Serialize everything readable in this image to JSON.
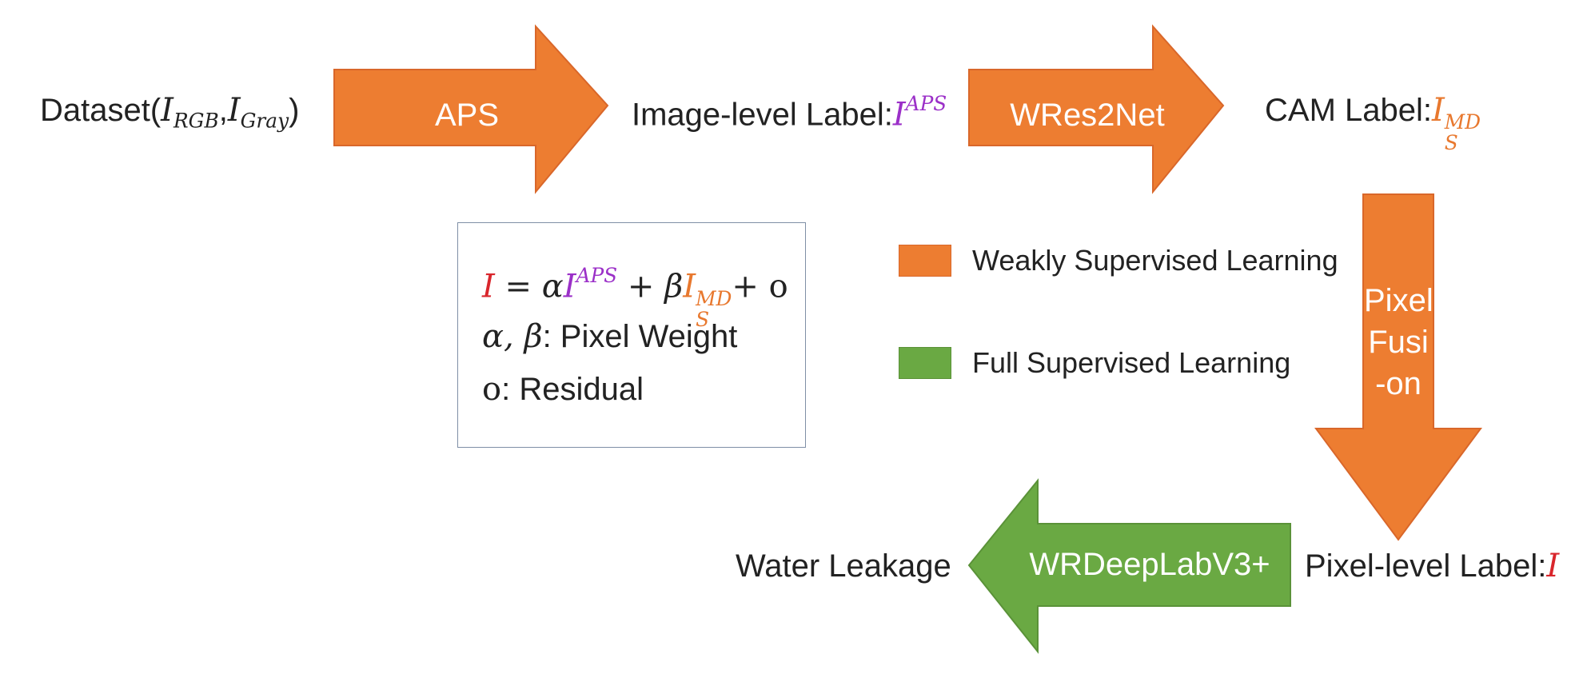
{
  "colors": {
    "weak": "#ed7d31",
    "weak_border": "#d9672a",
    "full": "#6aa943",
    "full_border": "#5a9238",
    "purple": "#9b30c8",
    "orange": "#e8782e",
    "red": "#d9262c"
  },
  "nodes": {
    "dataset": {
      "prefix": "Dataset(",
      "i1": "I",
      "i1_sub": "RGB",
      "comma": ",",
      "i2": "I",
      "i2_sub": "Gray",
      "suffix": ")"
    },
    "image_label": {
      "prefix": "Image-level Label:",
      "var": "I",
      "sup": "APS"
    },
    "cam_label": {
      "prefix": "CAM Label:",
      "var": "I",
      "sup": "MD",
      "sub": "S"
    },
    "pixel_label": {
      "prefix": "Pixel-level Label:",
      "var": "I"
    },
    "water": {
      "text": "Water Leakage"
    }
  },
  "arrows": {
    "aps": "APS",
    "wres2net": "WRes2Net",
    "fusion_lines": [
      "Pixel",
      "Fusi",
      "-on"
    ],
    "deeplab": "WRDeepLabV3+"
  },
  "formula": {
    "lhs": "I",
    "eq": " = ",
    "alpha": "α",
    "i_aps": "I",
    "aps_sup": "APS",
    "plus1": " + ",
    "beta": "β",
    "i_md": "I",
    "md_sup": "MD",
    "md_sub": "S",
    "plus2": "+ ",
    "o": "o",
    "line2_vars": "α, β",
    "line2_text": ": Pixel Weight",
    "line3_var": "o",
    "line3_text": ": Residual"
  },
  "legend": [
    {
      "label": "Weakly Supervised Learning",
      "color": "#ed7d31"
    },
    {
      "label": "Full Supervised Learning",
      "color": "#6aa943"
    }
  ]
}
